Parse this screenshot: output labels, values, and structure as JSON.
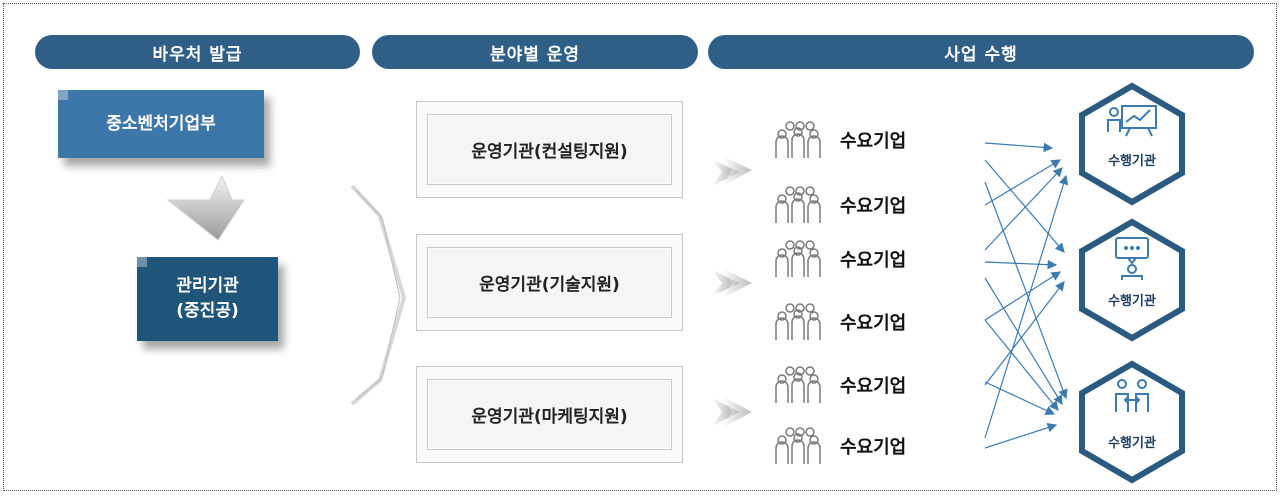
{
  "headers": [
    "바우처 발급",
    "분야별 운영",
    "사업 수행"
  ],
  "issuer": {
    "ministry": "중소벤처기업부",
    "manager_line1": "관리기관",
    "manager_line2": "(중진공)"
  },
  "operators": [
    "운영기관(컨설팅지원)",
    "운영기관(기술지원)",
    "운영기관(마케팅지원)"
  ],
  "demands": [
    "수요기업",
    "수요기업",
    "수요기업",
    "수요기업",
    "수요기업",
    "수요기업"
  ],
  "performers": [
    "수행기관",
    "수행기관",
    "수행기관"
  ],
  "icons": {
    "ministry_arrow": "down-arrow-icon",
    "operator_arrows": "chevron-right-icon",
    "demand": "people-group-icon",
    "performer_1": "presentation-board-icon",
    "performer_2": "speech-bubble-person-icon",
    "performer_3": "exchange-people-icon"
  },
  "colors": {
    "header_band": "#2f5f87",
    "ministry_box": "#3d76a8",
    "manager_box": "#1f5578",
    "hex_border": "#2a5a80",
    "connector": "#3b7bb0"
  }
}
